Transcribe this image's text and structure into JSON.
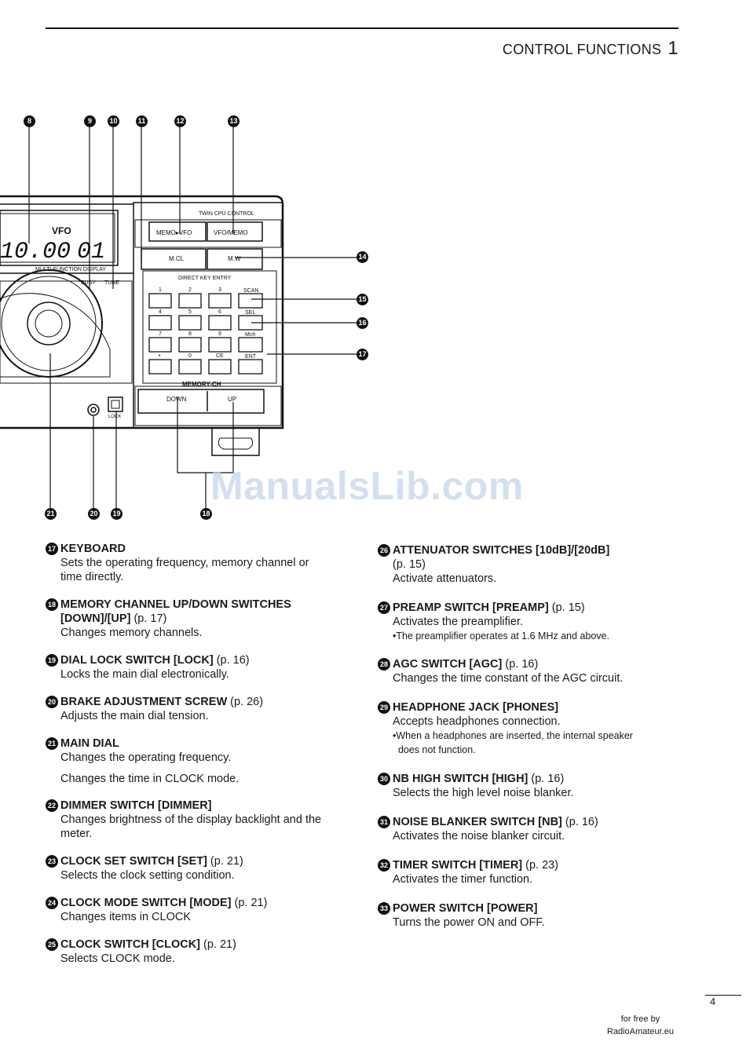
{
  "header": {
    "title": "CONTROL FUNCTIONS",
    "chapter": "1"
  },
  "diagram": {
    "callouts": [
      {
        "id": "c8",
        "label": "8"
      },
      {
        "id": "c9",
        "label": "9"
      },
      {
        "id": "c10",
        "label": "10"
      },
      {
        "id": "c11",
        "label": "11"
      },
      {
        "id": "c12",
        "label": "12"
      },
      {
        "id": "c13",
        "label": "13"
      },
      {
        "id": "c14",
        "label": "14"
      },
      {
        "id": "c15",
        "label": "15"
      },
      {
        "id": "c16",
        "label": "16"
      },
      {
        "id": "c17",
        "label": "17"
      },
      {
        "id": "c18",
        "label": "18"
      },
      {
        "id": "c19",
        "label": "19"
      },
      {
        "id": "c20",
        "label": "20"
      },
      {
        "id": "c21",
        "label": "21"
      }
    ],
    "panel": {
      "twin_cpu": "TWIN CPU CONTROL",
      "memo_vfo": "MEMO▸VFO",
      "vfo_memo": "VFO/MEMO",
      "mcl": "M.CL",
      "mw": "M.W",
      "direct_key": "DIRECT KEY ENTRY",
      "vfo": "VFO",
      "freq": "10.00",
      "channel": "01",
      "mfd": "MULTI-FUNCTION DISPLAY",
      "busy": "BUSY",
      "tune": "TUNE",
      "scan": "SCAN",
      "sel": "SEL",
      "mch": "Mch",
      "ent": "ENT",
      "memory_ch": "MEMORY-CH",
      "down": "DOWN",
      "up": "UP",
      "lock": "LOCK",
      "keys": [
        "1",
        "2",
        "3",
        "4",
        "5",
        "6",
        "7",
        "8",
        "9",
        "•",
        "0",
        "CE"
      ]
    }
  },
  "left_items": [
    {
      "num": "17",
      "title": "KEYBOARD",
      "ref": "",
      "desc": [
        "Sets the operating frequency, memory channel or",
        "time directly."
      ],
      "notes": []
    },
    {
      "num": "18",
      "title": "MEMORY CHANNEL UP/DOWN SWITCHES",
      "title2": "[DOWN]/[UP]",
      "ref": "(p. 17)",
      "desc": [
        "Changes memory channels."
      ],
      "notes": []
    },
    {
      "num": "19",
      "title": "DIAL LOCK SWITCH [LOCK]",
      "ref": "(p. 16)",
      "desc": [
        "Locks the main dial electronically."
      ],
      "notes": []
    },
    {
      "num": "20",
      "title": "BRAKE ADJUSTMENT SCREW",
      "ref": "(p. 26)",
      "desc": [
        "Adjusts the main dial tension."
      ],
      "notes": []
    },
    {
      "num": "21",
      "title": "MAIN DIAL",
      "ref": "",
      "desc": [
        "Changes the operating frequency.",
        "",
        "Changes the time in CLOCK mode."
      ],
      "notes": []
    },
    {
      "num": "22",
      "title": "DIMMER SWITCH [DIMMER]",
      "ref": "",
      "desc": [
        "Changes brightness of the display backlight and the",
        "meter."
      ],
      "notes": []
    },
    {
      "num": "23",
      "title": "CLOCK SET SWITCH [SET]",
      "ref": "(p. 21)",
      "desc": [
        "Selects the clock setting condition."
      ],
      "notes": []
    },
    {
      "num": "24",
      "title": "CLOCK MODE SWITCH [MODE]",
      "ref": "(p. 21)",
      "desc": [
        "Changes items in CLOCK"
      ],
      "notes": []
    },
    {
      "num": "25",
      "title": "CLOCK SWITCH [CLOCK]",
      "ref": "(p. 21)",
      "desc": [
        "Selects CLOCK mode."
      ],
      "notes": []
    }
  ],
  "right_items": [
    {
      "num": "26",
      "title": "ATTENUATOR SWITCHES [10dB]/[20dB]",
      "ref": "",
      "desc": [
        "(p. 15)",
        "Activate attenuators."
      ],
      "notes": []
    },
    {
      "num": "27",
      "title": "PREAMP SWITCH [PREAMP]",
      "ref": "(p. 15)",
      "desc": [
        "Activates the preamplifier."
      ],
      "notes": [
        "•The preamplifier operates at 1.6 MHz and above."
      ]
    },
    {
      "num": "28",
      "title": "AGC SWITCH [AGC]",
      "ref": "(p. 16)",
      "desc": [
        "Changes the time constant of the AGC circuit."
      ],
      "notes": []
    },
    {
      "num": "29",
      "title": "HEADPHONE JACK [PHONES]",
      "ref": "",
      "desc": [
        "Accepts headphones connection."
      ],
      "notes": [
        "•When a headphones are inserted, the internal speaker",
        "  does not function."
      ]
    },
    {
      "num": "30",
      "title": "NB HIGH SWITCH [HIGH]",
      "ref": "(p. 16)",
      "desc": [
        "Selects the high level noise blanker."
      ],
      "notes": []
    },
    {
      "num": "31",
      "title": "NOISE BLANKER SWITCH [NB]",
      "ref": "(p. 16)",
      "desc": [
        "Activates the noise blanker circuit."
      ],
      "notes": []
    },
    {
      "num": "32",
      "title": "TIMER SWITCH [TIMER]",
      "ref": "(p. 23)",
      "desc": [
        "Activates the timer function."
      ],
      "notes": []
    },
    {
      "num": "33",
      "title": "POWER SWITCH [POWER]",
      "ref": "",
      "desc": [
        "Turns the power ON and OFF."
      ],
      "notes": []
    }
  ],
  "watermark": "ManualsLib.com",
  "footer": {
    "page": "4",
    "credit_line1": "for free by",
    "credit_line2": "RadioAmateur.eu"
  }
}
